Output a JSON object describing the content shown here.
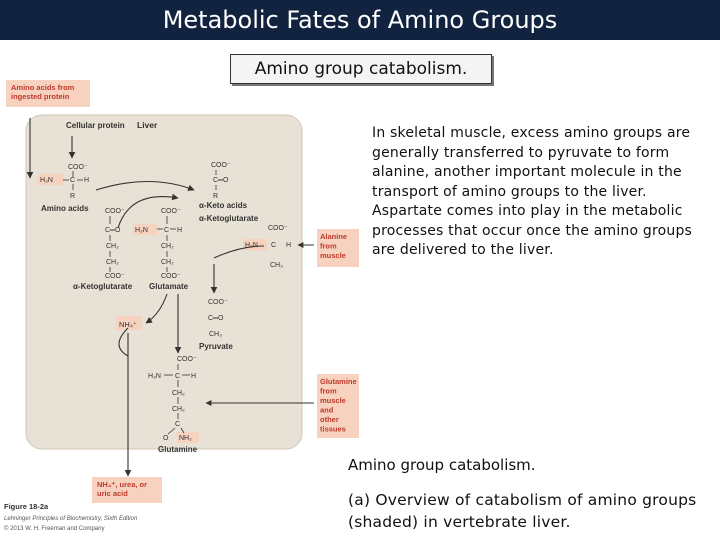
{
  "slide": {
    "title": "Metabolic Fates of Amino Groups",
    "subtitle": "Amino group catabolism.",
    "body": "In skeletal muscle, excess amino groups are generally transferred to pyruvate to form alanine, another important molecule in the transport of amino groups to the liver. Aspartate comes into play in the metabolic processes that occur once the amino groups are delivered to the liver.",
    "caption_heading": "Amino group catabolism.",
    "caption_text": "(a) Overview of catabolism of  amino groups (shaded) in vertebrate liver."
  },
  "figure": {
    "colors": {
      "shade": "#e8e1d5",
      "box": "#f6d2bf",
      "label": "#c0392b"
    },
    "input_box": "Amino acids from ingested protein",
    "cellular_protein": "Cellular protein",
    "liver": "Liver",
    "amino_acids": "Amino acids",
    "alpha_keto_acids": "α-Keto acids",
    "alpha_ketoglutarate_1": "α-Ketoglutarate",
    "alpha_ketoglutarate_2": "α-Ketoglutarate",
    "glutamate": "Glutamate",
    "pyruvate": "Pyruvate",
    "glutamine": "Glutamine",
    "nh4": "NH₄⁺",
    "alanine_box": "Alanine from muscle",
    "glutamine_box": "Glutamine from muscle and other tissues",
    "output_box": "NH₄⁺, urea, or uric acid",
    "figure_label": "Figure 18-2a",
    "credit_1": "Lehninger Principles of Biochemistry, Sixth Edition",
    "credit_2": "© 2013 W. H. Freeman and Company",
    "chem": {
      "coo": "COO⁻",
      "c": "C",
      "h": "H",
      "r": "R",
      "h3n": "H₃N",
      "c_o": "C═O",
      "ch2": "CH₂",
      "ch3": "CH₃",
      "o": "O",
      "nh2": "NH₂",
      "plus": "+"
    }
  }
}
